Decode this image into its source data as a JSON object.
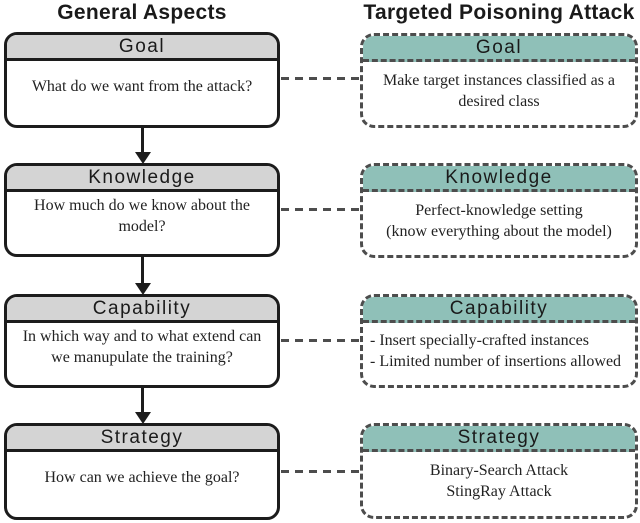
{
  "diagram": {
    "left_column_title": "General Aspects",
    "right_column_title": "Targeted Poisoning Attack"
  },
  "rows": [
    {
      "aspect": {
        "header": "Goal",
        "body": "What do we want from the attack?"
      },
      "attack": {
        "header": "Goal",
        "body": "Make target instances classified as a\ndesired class"
      }
    },
    {
      "aspect": {
        "header": "Knowledge",
        "body": "How much do we know about the\nmodel?"
      },
      "attack": {
        "header": "Knowledge",
        "body": "Perfect-knowledge setting\n(know everything about the model)"
      }
    },
    {
      "aspect": {
        "header": "Capability",
        "body": "In which way and to what extend can\nwe manupulate the training?"
      },
      "attack": {
        "header": "Capability",
        "body": "- Insert specially-crafted instances\n- Limited number of insertions allowed"
      }
    },
    {
      "aspect": {
        "header": "Strategy",
        "body": "How can we achieve the goal?"
      },
      "attack": {
        "header": "Strategy",
        "body": "Binary-Search Attack\nStingRay Attack"
      }
    }
  ],
  "colors": {
    "aspect_header_bg": "#d4d4d4",
    "attack_header_bg": "#8fc0b8",
    "solid_border": "#1c1c1c",
    "dashed_border": "#4d4d4d"
  }
}
